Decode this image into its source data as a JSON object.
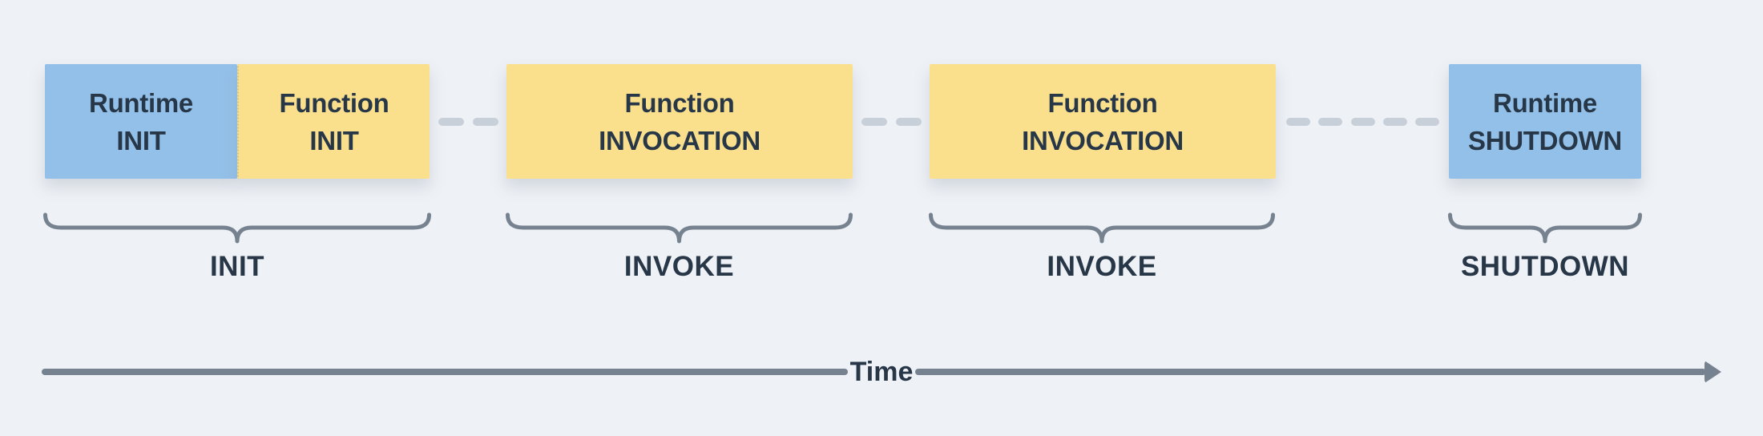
{
  "boxes": [
    {
      "line1": "Runtime",
      "line2": "INIT"
    },
    {
      "line1": "Function",
      "line2": "INIT"
    },
    {
      "line1": "Function",
      "line2": "INVOCATION"
    },
    {
      "line1": "Function",
      "line2": "INVOCATION"
    },
    {
      "line1": "Runtime",
      "line2": "SHUTDOWN"
    }
  ],
  "phase_labels": [
    "INIT",
    "INVOKE",
    "INVOKE",
    "SHUTDOWN"
  ],
  "axis_label": "Time",
  "colors": {
    "background": "#eef1f5",
    "runtime_box": "#93c0e9",
    "function_box": "#fae08d",
    "box_text": "#273747",
    "label_text": "#273747",
    "connector_dash": "#c7cfd8",
    "brace_stroke": "#76828f",
    "axis": "#76828f"
  }
}
